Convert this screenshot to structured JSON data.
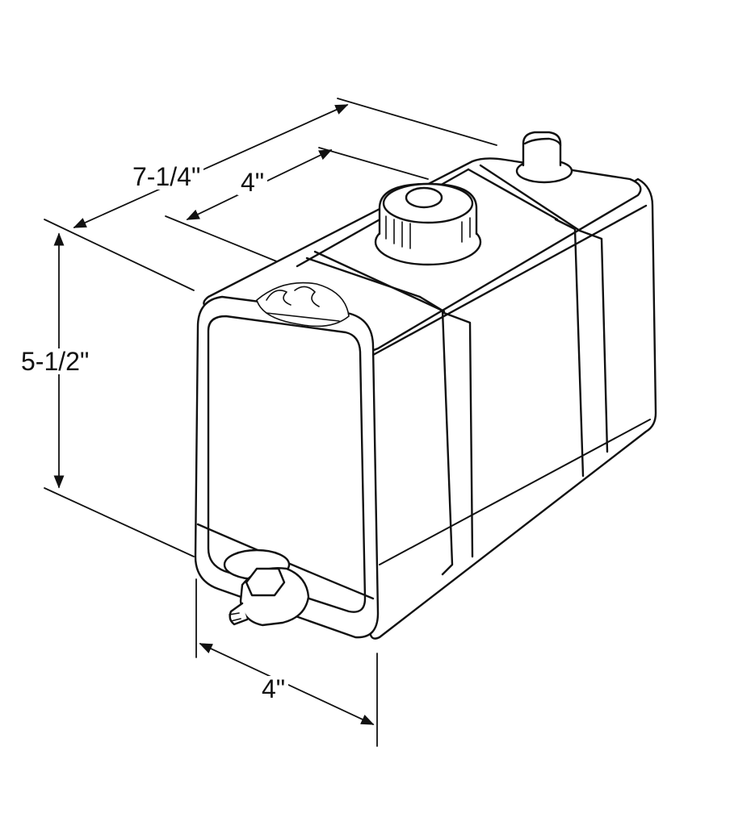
{
  "dimensions": {
    "length": "7-1/4\"",
    "cap_offset": "4\"",
    "height": "5-1/2\"",
    "width": "4\""
  },
  "colors": {
    "ink": "#111111",
    "paper": "#ffffff"
  }
}
